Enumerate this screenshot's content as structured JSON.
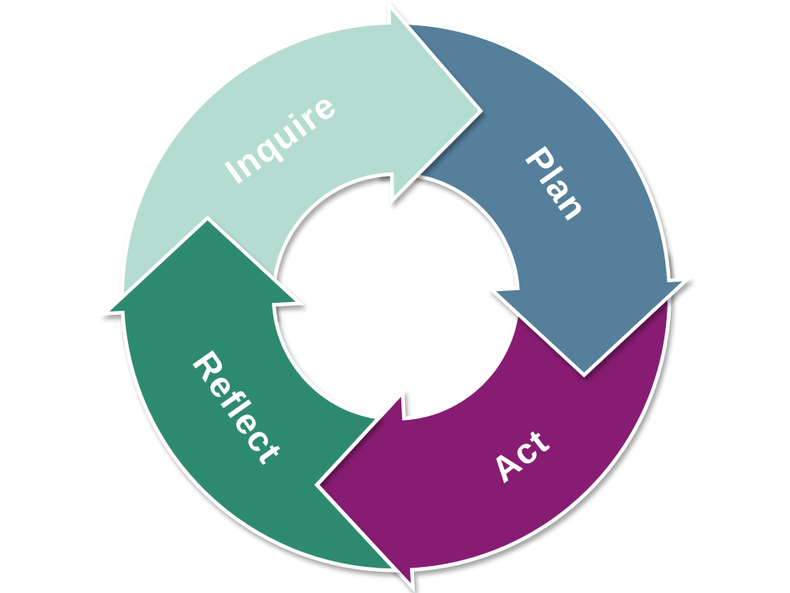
{
  "diagram": {
    "type": "cycle",
    "direction": "clockwise",
    "background_color": "#ffffff",
    "label_color": "#ffffff",
    "gap_color": "#ffffff",
    "shadow_color": "#000000",
    "sequence": [
      "Inquire",
      "Plan",
      "Act",
      "Reflect"
    ],
    "steps": [
      {
        "label": "Inquire",
        "color": "#b5dcd1",
        "tip_angle": 24,
        "label_angle": -36,
        "label_radius": 248,
        "label_rotation": -36
      },
      {
        "label": "Plan",
        "color": "#557f9b",
        "tip_angle": 112,
        "label_angle": 55,
        "label_radius": 249,
        "label_rotation": 55
      },
      {
        "label": "Act",
        "color": "#871a72",
        "tip_angle": 202,
        "label_angle": 142,
        "label_radius": 255,
        "label_rotation": -38
      },
      {
        "label": "Reflect",
        "color": "#2e8a6e",
        "tip_angle": 292,
        "label_angle": 235,
        "label_radius": 244,
        "label_rotation": 55
      }
    ]
  }
}
